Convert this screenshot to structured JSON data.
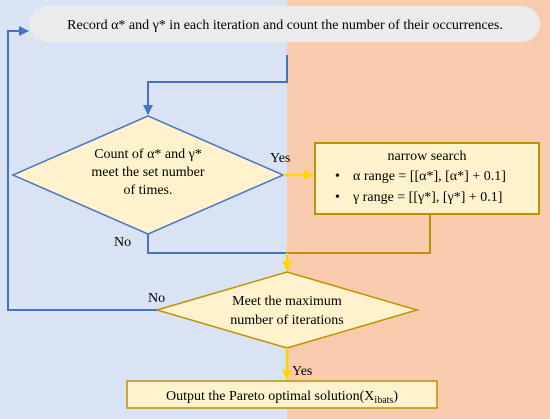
{
  "colors": {
    "left_panel": "#dae3f3",
    "right_panel": "#f8cbad",
    "box_fill": "#fff2cc",
    "box_border": "#bf9000",
    "top_box_fill": "#ebebeb",
    "blue_line": "#4472c4",
    "gold_line": "#bf9000",
    "yellow_line": "#ffd700"
  },
  "top_box": {
    "text": "Record α* and γ* in each iteration and count the number of their occurrences."
  },
  "decision_1": {
    "line1": "Count of  α* and γ*",
    "line2": "meet the set number",
    "line3": "of times."
  },
  "narrow_box": {
    "title": "narrow search",
    "bullet": "•",
    "alpha_line": "α range = [[α*], [α*] + 0.1]",
    "gamma_line": "γ range = [[γ*], [γ*] + 0.1]"
  },
  "decision_2": {
    "line1": "Meet the maximum",
    "line2": "number of iterations"
  },
  "output_box": {
    "text": "Output the Pareto optimal solution(X",
    "subscript": "ibats",
    "suffix": ")"
  },
  "labels": {
    "yes_1": "Yes",
    "no_1": "No",
    "no_2": "No",
    "yes_2": "Yes"
  }
}
